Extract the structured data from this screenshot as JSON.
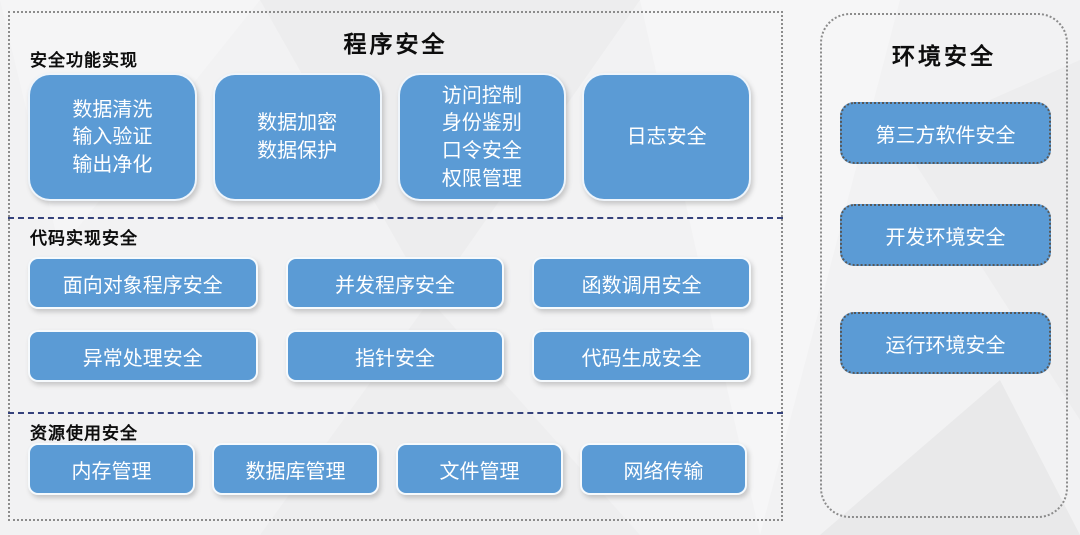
{
  "colors": {
    "node_blue": "#5B9BD5",
    "separator_navy": "#35427C",
    "panel_border_gray": "#8C8C8C",
    "env_node_border_gray": "#575757",
    "background_gray": "#F2F2F3",
    "node_text": "#FFFFFF",
    "title_text": "#0D0D0D"
  },
  "program": {
    "title": "程序安全",
    "sections": [
      {
        "label": "安全功能实现",
        "boxes": [
          {
            "lines": [
              "数据清洗",
              "输入验证",
              "输出净化"
            ]
          },
          {
            "lines": [
              "数据加密",
              "数据保护"
            ]
          },
          {
            "lines": [
              "访问控制",
              "身份鉴别",
              "口令安全",
              "权限管理"
            ]
          },
          {
            "lines": [
              "日志安全"
            ]
          }
        ]
      },
      {
        "label": "代码实现安全",
        "boxes": [
          {
            "lines": [
              "面向对象程序安全"
            ]
          },
          {
            "lines": [
              "并发程序安全"
            ]
          },
          {
            "lines": [
              "函数调用安全"
            ]
          },
          {
            "lines": [
              "异常处理安全"
            ]
          },
          {
            "lines": [
              "指针安全"
            ]
          },
          {
            "lines": [
              "代码生成安全"
            ]
          }
        ]
      },
      {
        "label": "资源使用安全",
        "boxes": [
          {
            "lines": [
              "内存管理"
            ]
          },
          {
            "lines": [
              "数据库管理"
            ]
          },
          {
            "lines": [
              "文件管理"
            ]
          },
          {
            "lines": [
              "网络传输"
            ]
          }
        ]
      }
    ]
  },
  "environment": {
    "title": "环境安全",
    "boxes": [
      {
        "lines": [
          "第三方软件安全"
        ]
      },
      {
        "lines": [
          "开发环境安全"
        ]
      },
      {
        "lines": [
          "运行环境安全"
        ]
      }
    ]
  }
}
